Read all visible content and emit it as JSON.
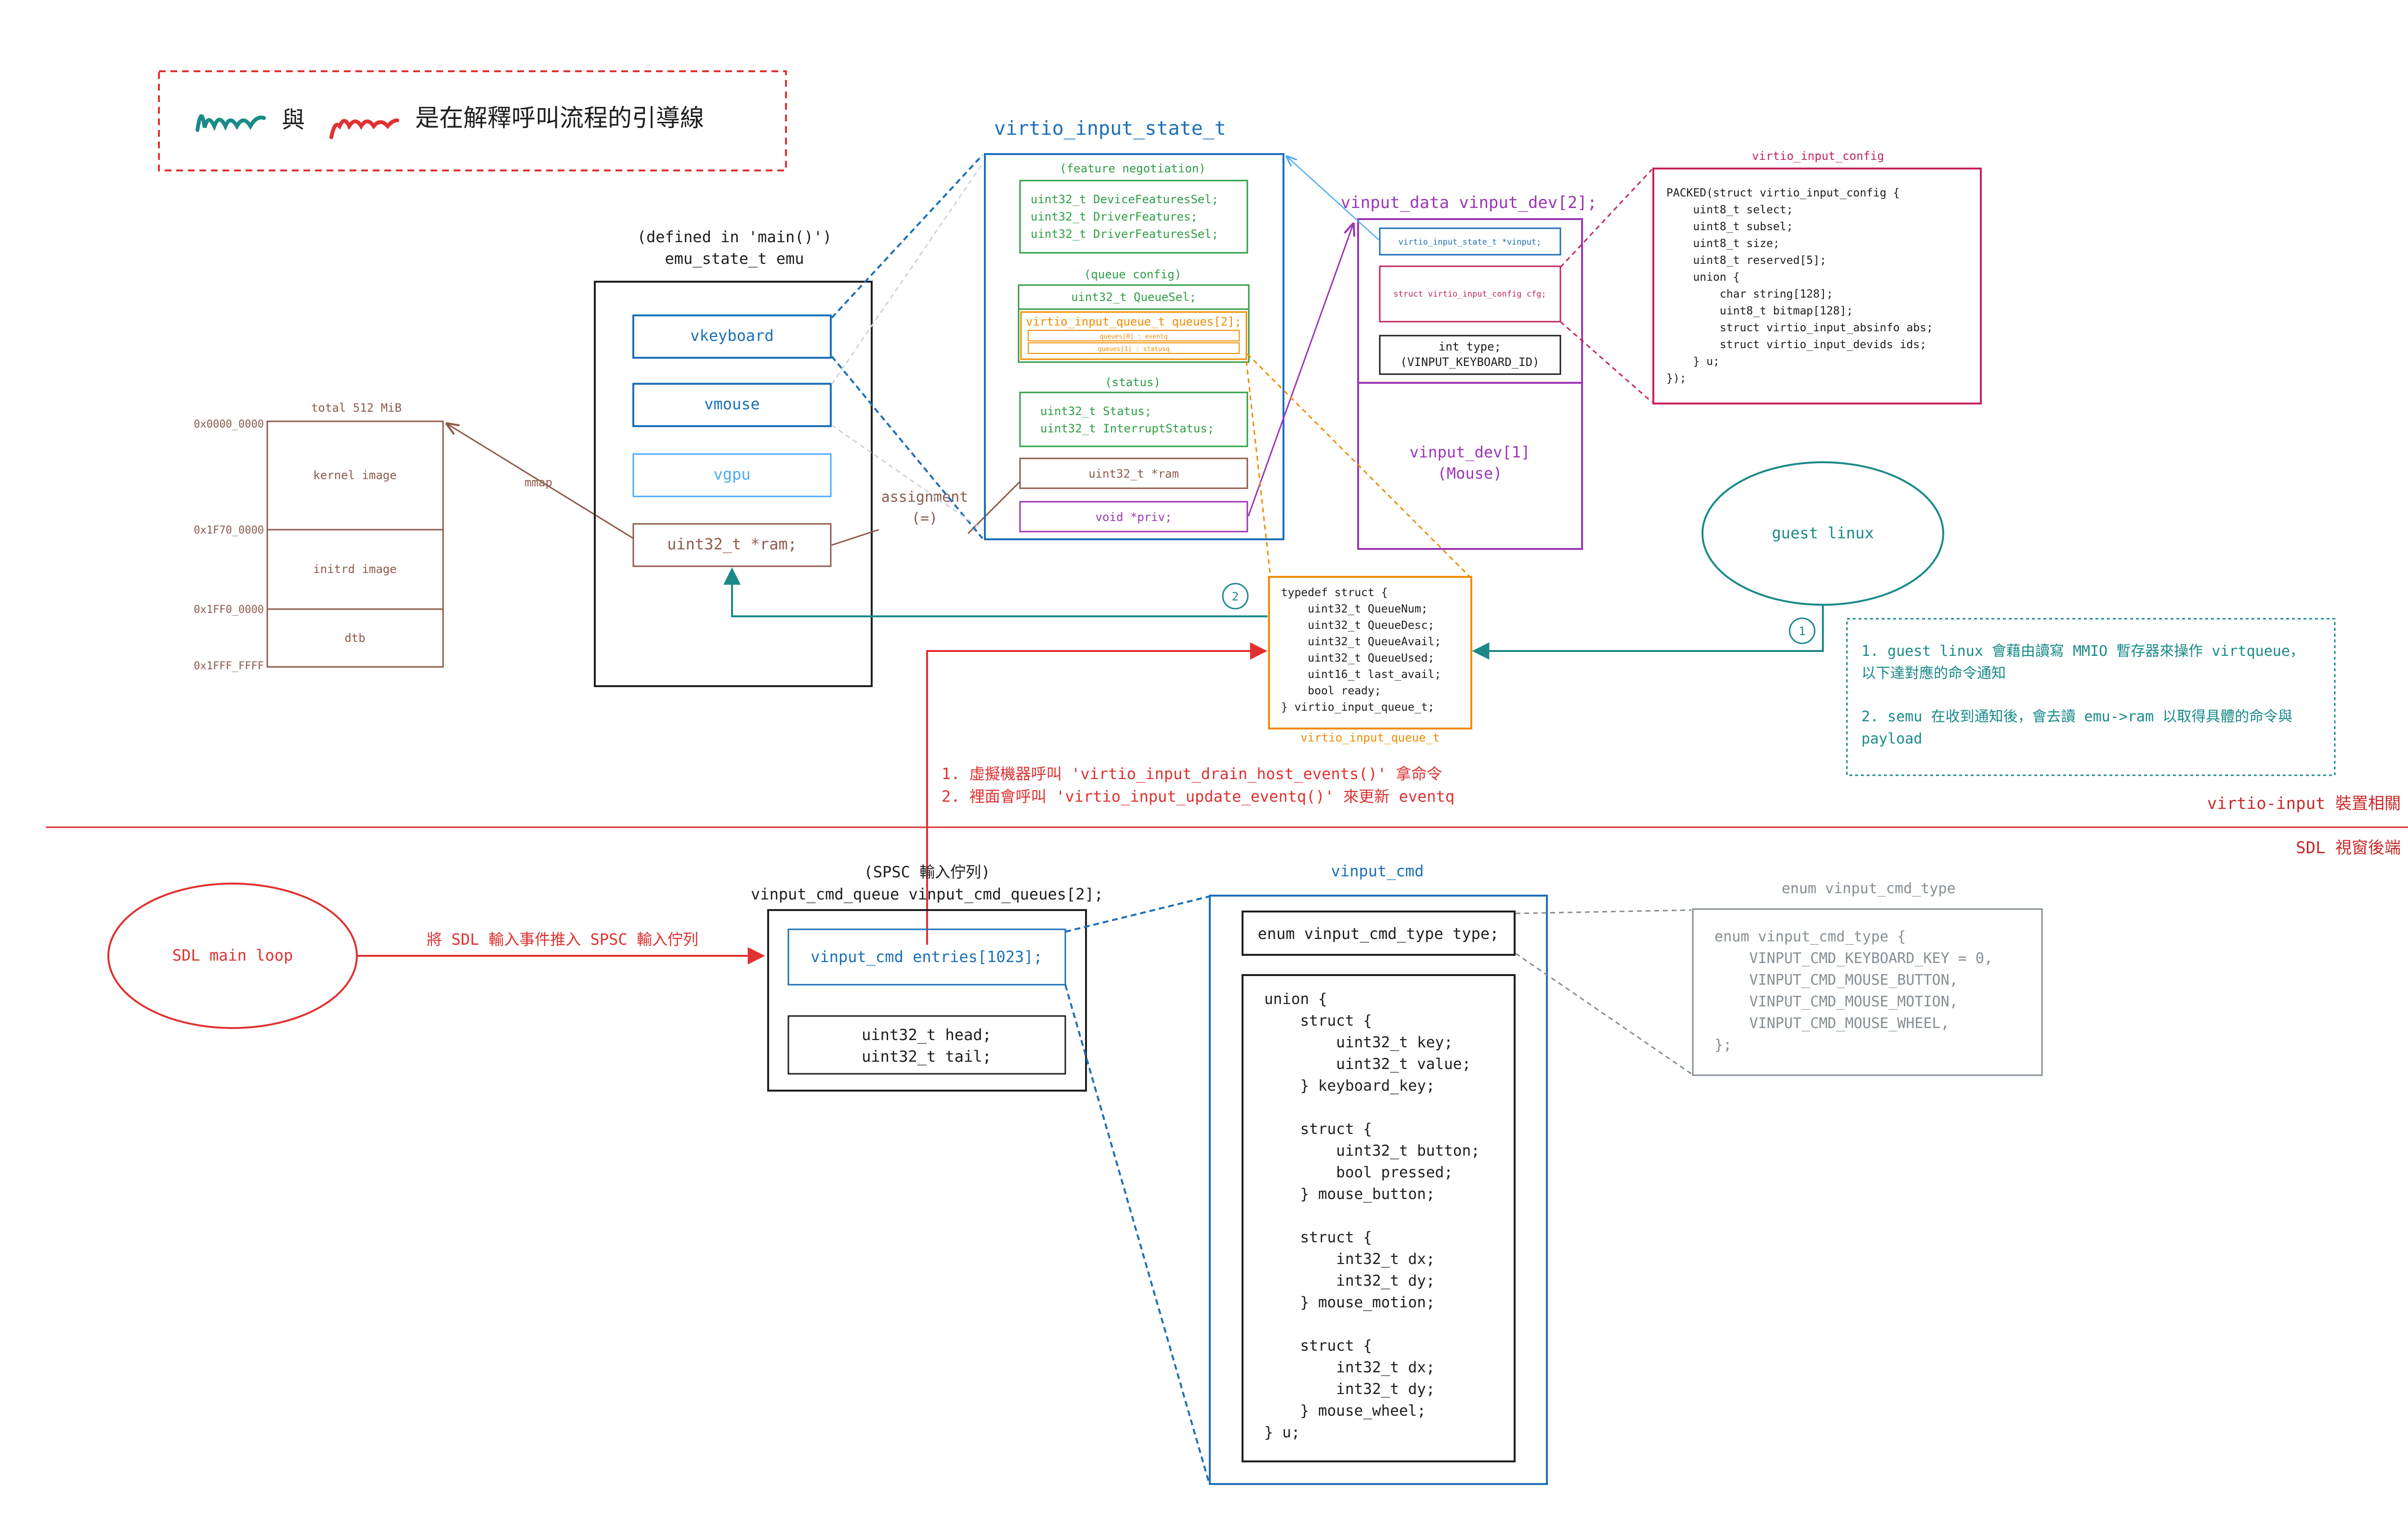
{
  "colors": {
    "teal": "#1a8a88",
    "red": "#e03131",
    "blue": "#1c6fb8",
    "brown": "#8d5b4c",
    "green": "#2f9e44",
    "orange": "#f08c00",
    "purple": "#9c36b5",
    "magenta": "#c2255c",
    "gray": "#868e96",
    "black": "#1e1e1e",
    "lightblue": "#4dabf7"
  },
  "legend": {
    "text": "是在解釋呼叫流程的引導線",
    "and": "與"
  },
  "memory_map": {
    "title": "total 512 MiB",
    "addresses": [
      "0x0000_0000",
      "0x1F70_0000",
      "0x1FF0_0000",
      "0x1FFF_FFFF"
    ],
    "regions": [
      "kernel image",
      "initrd image",
      "dtb"
    ],
    "mmap_label": "mmap"
  },
  "emu": {
    "heading_line1": "(defined in 'main()')",
    "heading_line2": "emu_state_t emu",
    "fields": [
      "vkeyboard",
      "vmouse",
      "vgpu",
      "uint32_t *ram;"
    ],
    "assignment_line1": "assignment",
    "assignment_line2": "(=)"
  },
  "virtio_state": {
    "title": "virtio_input_state_t",
    "feature_label": "(feature negotiation)",
    "feature_lines": [
      "uint32_t DeviceFeaturesSel;",
      "uint32_t DriverFeatures;",
      "uint32_t DriverFeaturesSel;"
    ],
    "queue_label": "(queue config)",
    "queue_sel": "uint32_t QueueSel;",
    "queues_field": "virtio_input_queue_t queues[2];",
    "queue0": "queues[0] : eventq",
    "queue1": "queues[1] : statusq",
    "status_label": "(status)",
    "status_lines": [
      "uint32_t Status;",
      "uint32_t InterruptStatus;"
    ],
    "ram_field": "uint32_t *ram",
    "priv_field": "void *priv;"
  },
  "vinput_data": {
    "title": "vinput_data vinput_dev[2];",
    "state_ptr": "virtio_input_state_t *vinput;",
    "cfg_field": "struct virtio_input_config cfg;",
    "type_line1": "int type;",
    "type_line2": "(VINPUT_KEYBOARD_ID)",
    "dev1_line1": "vinput_dev[1]",
    "dev1_line2": "(Mouse)"
  },
  "virtio_input_config": {
    "title": "virtio_input_config",
    "lines": [
      "PACKED(struct virtio_input_config {",
      "    uint8_t select;",
      "    uint8_t subsel;",
      "    uint8_t size;",
      "    uint8_t reserved[5];",
      "    union {",
      "        char string[128];",
      "        uint8_t bitmap[128];",
      "        struct virtio_input_absinfo abs;",
      "        struct virtio_input_devids ids;",
      "    } u;",
      "});"
    ]
  },
  "queue_struct": {
    "caption": "virtio_input_queue_t",
    "lines": [
      "typedef struct {",
      "    uint32_t QueueNum;",
      "    uint32_t QueueDesc;",
      "    uint32_t QueueAvail;",
      "    uint32_t QueueUsed;",
      "    uint16_t last_avail;",
      "    bool ready;",
      "} virtio_input_queue_t;"
    ]
  },
  "guest": {
    "label": "guest linux",
    "step1": "1",
    "step2": "2"
  },
  "notes": {
    "line1a": "1. guest linux 會藉由讀寫 MMIO 暫存器來操作 virtqueue，",
    "line1b": "以下達對應的命令通知",
    "line2a": "2. semu 在收到通知後，會去讀 emu->ram 以取得具體的命令與",
    "line2b": "payload"
  },
  "drain_text": {
    "line1": "1. 虛擬機器呼叫 'virtio_input_drain_host_events()' 拿命令",
    "line2": "2. 裡面會呼叫 'virtio_input_update_eventq()' 來更新 eventq"
  },
  "divider": {
    "upper": "virtio-input 裝置相關",
    "lower": "SDL 視窗後端"
  },
  "sdl": {
    "label": "SDL main loop",
    "arrow_label": "將 SDL 輸入事件推入 SPSC 輸入佇列"
  },
  "spsc": {
    "heading_line1": "(SPSC 輸入佇列)",
    "heading_line2": "vinput_cmd_queue vinput_cmd_queues[2];",
    "entries": "vinput_cmd entries[1023];",
    "head": "uint32_t head;",
    "tail": "uint32_t tail;"
  },
  "vinput_cmd": {
    "title": "vinput_cmd",
    "type_field": "enum vinput_cmd_type type;",
    "union_lines": [
      "union {",
      "    struct {",
      "        uint32_t key;",
      "        uint32_t value;",
      "    } keyboard_key;",
      "",
      "    struct {",
      "        uint32_t button;",
      "        bool pressed;",
      "    } mouse_button;",
      "",
      "    struct {",
      "        int32_t dx;",
      "        int32_t dy;",
      "    } mouse_motion;",
      "",
      "    struct {",
      "        int32_t dx;",
      "        int32_t dy;",
      "    } mouse_wheel;",
      "} u;"
    ]
  },
  "enum_type": {
    "title": "enum vinput_cmd_type",
    "lines": [
      "enum vinput_cmd_type {",
      "    VINPUT_CMD_KEYBOARD_KEY = 0,",
      "    VINPUT_CMD_MOUSE_BUTTON,",
      "    VINPUT_CMD_MOUSE_MOTION,",
      "    VINPUT_CMD_MOUSE_WHEEL,",
      "};"
    ]
  }
}
